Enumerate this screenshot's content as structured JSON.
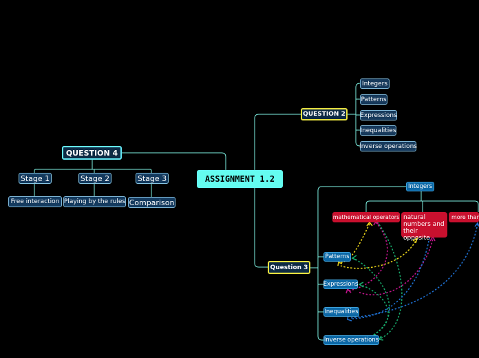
{
  "root": "ASSIGNMENT 1.2",
  "question2": {
    "title": "QUESTION 2",
    "items": [
      "Integers",
      "Patterns",
      "Expressions",
      "Inequalities",
      "Inverse operations"
    ]
  },
  "question4": {
    "title": "QUESTION 4",
    "stages": [
      {
        "label": "Stage 1",
        "sub": "Free interaction"
      },
      {
        "label": "Stage 2",
        "sub": "Playing by the rules"
      },
      {
        "label": "Stage 3",
        "sub": "Comparison"
      }
    ]
  },
  "question3": {
    "title": "Question 3",
    "integers": "Integers",
    "integer_children": [
      "mathematical operators",
      "natural numbers and their opposite",
      "more than"
    ],
    "items": [
      "Patterns",
      "Expressions",
      "Inequalities",
      "Inverse operations"
    ]
  },
  "colors": {
    "connector": "#7ff5e6",
    "root_fill": "#64fcf0",
    "red_node": "#c8102e",
    "blue_node": "#0c68a6",
    "arrow_yellow": "#e8d21a",
    "arrow_magenta": "#c0148a",
    "arrow_green": "#17a86a",
    "arrow_blue": "#1e6fd0"
  }
}
